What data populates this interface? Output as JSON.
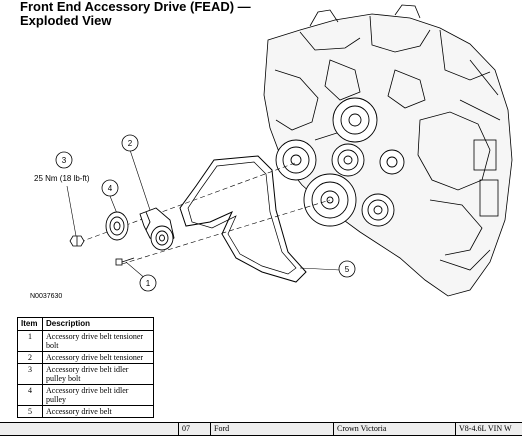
{
  "title": {
    "line1": "Front End Accessory Drive (FEAD) —",
    "line2": "Exploded View"
  },
  "callouts": {
    "c1": "1",
    "c2": "2",
    "c3": "3",
    "c4": "4",
    "c5": "5"
  },
  "torque_spec": "25 Nm (18 lb-ft)",
  "figure_id": "N0037630",
  "table": {
    "headers": [
      "Item",
      "Description"
    ],
    "rows": [
      {
        "item": "1",
        "description": "Accessory drive belt tensioner bolt"
      },
      {
        "item": "2",
        "description": "Accessory drive belt tensioner"
      },
      {
        "item": "3",
        "description": "Accessory drive belt idler pulley bolt"
      },
      {
        "item": "4",
        "description": "Accessory drive belt idler pulley"
      },
      {
        "item": "5",
        "description": "Accessory drive belt"
      }
    ]
  },
  "footer": {
    "page": "07",
    "make": "Ford",
    "model": "Crown Victoria",
    "engine": "V8-4.6L VIN W"
  }
}
